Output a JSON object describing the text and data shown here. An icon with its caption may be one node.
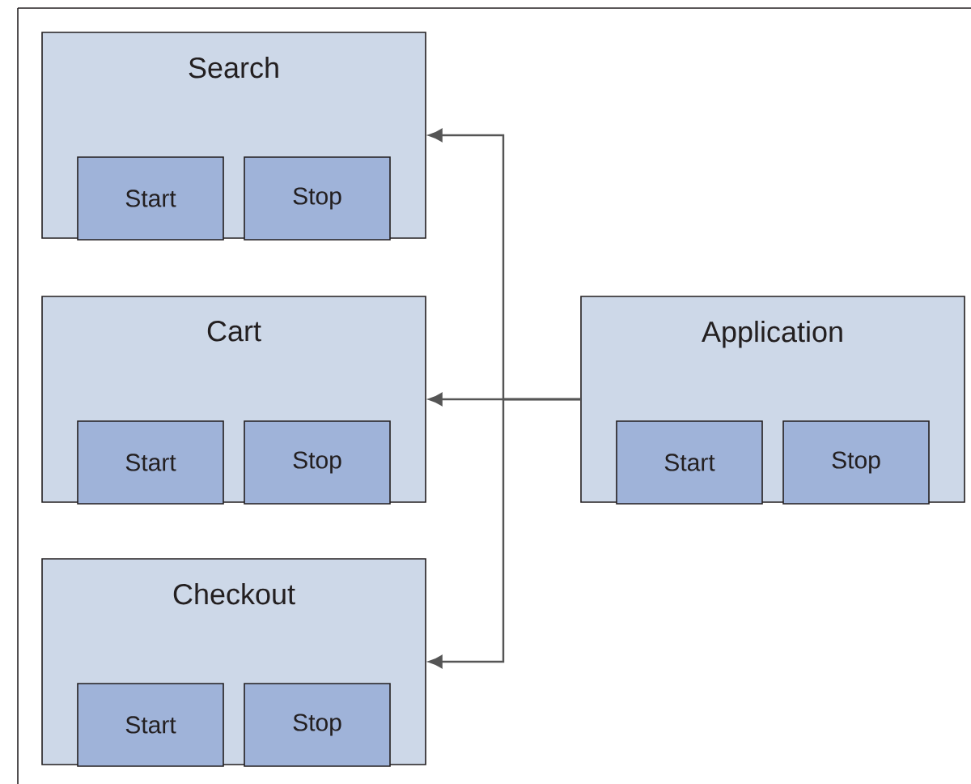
{
  "diagram": {
    "nodes": [
      {
        "text": [
          "Search"
        ]
      },
      {
        "text": [
          "Start"
        ],
        "in": 0
      },
      {
        "text": [
          "Stop"
        ],
        "in": 0
      },
      {
        "text": [
          "Cart"
        ]
      },
      {
        "text": [
          "Start"
        ],
        "in": 3
      },
      {
        "text": [
          "Stop"
        ],
        "in": 3
      },
      {
        "text": [
          "Checkout"
        ]
      },
      {
        "text": [
          "Start"
        ],
        "in": 6
      },
      {
        "text": [
          "Stop"
        ],
        "in": 6
      },
      {
        "text": [
          "Application"
        ]
      },
      {
        "text": [
          "Start"
        ],
        "in": 9
      },
      {
        "text": [
          "Stop"
        ],
        "in": 9
      }
    ],
    "edges": [
      {
        "from": 9,
        "to": 0,
        "arrow": "to"
      },
      {
        "from": 9,
        "to": 3,
        "arrow": "to"
      },
      {
        "from": 9,
        "to": 6,
        "arrow": "to"
      }
    ]
  }
}
